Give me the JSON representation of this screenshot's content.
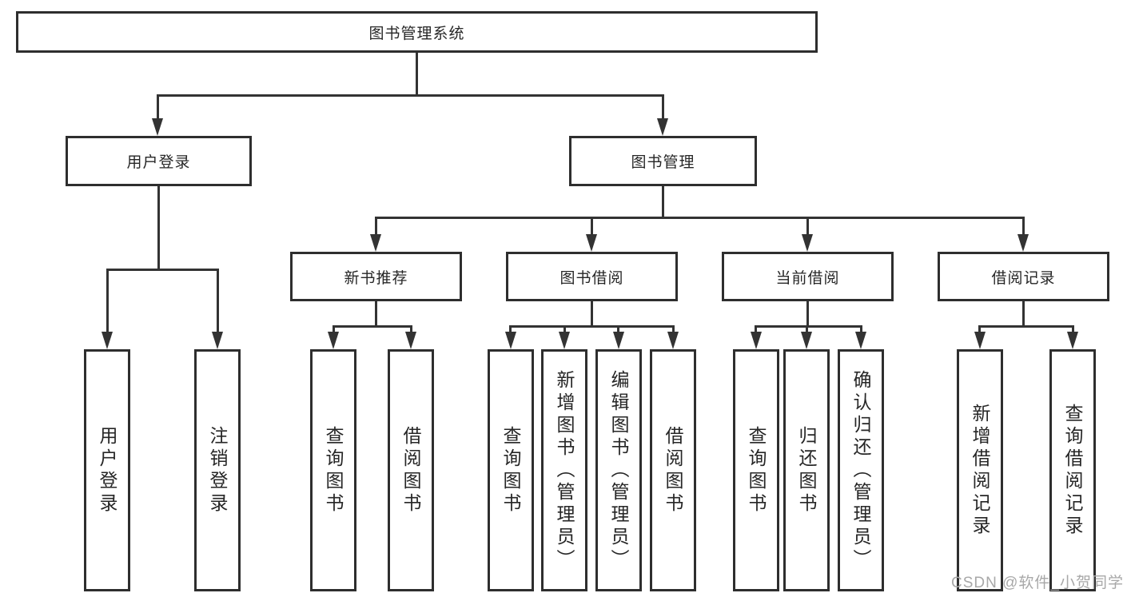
{
  "title": {
    "label": "图书管理系统"
  },
  "branches": {
    "user_login": {
      "label": "用户登录",
      "children": [
        {
          "label": "用户登录"
        },
        {
          "label": "注销登录"
        }
      ]
    },
    "book_mgmt": {
      "label": "图书管理",
      "children": [
        {
          "label": "新书推荐",
          "children": [
            {
              "label": "查询图书"
            },
            {
              "label": "借阅图书"
            }
          ]
        },
        {
          "label": "图书借阅",
          "children": [
            {
              "label": "查询图书"
            },
            {
              "label": "新增图书（管理员）"
            },
            {
              "label": "编辑图书（管理员）"
            },
            {
              "label": "借阅图书"
            }
          ]
        },
        {
          "label": "当前借阅",
          "children": [
            {
              "label": "查询图书"
            },
            {
              "label": "归还图书"
            },
            {
              "label": "确认归还（管理员）"
            }
          ]
        },
        {
          "label": "借阅记录",
          "children": [
            {
              "label": "新增借阅记录"
            },
            {
              "label": "查询借阅记录"
            }
          ]
        }
      ]
    }
  },
  "watermark": {
    "text": "CSDN @软件_小贺同学"
  },
  "colors": {
    "line": "#333333",
    "border": "#2e2e2e",
    "text": "#262626",
    "background": "#ffffff",
    "watermark": "#a8a8a8"
  }
}
